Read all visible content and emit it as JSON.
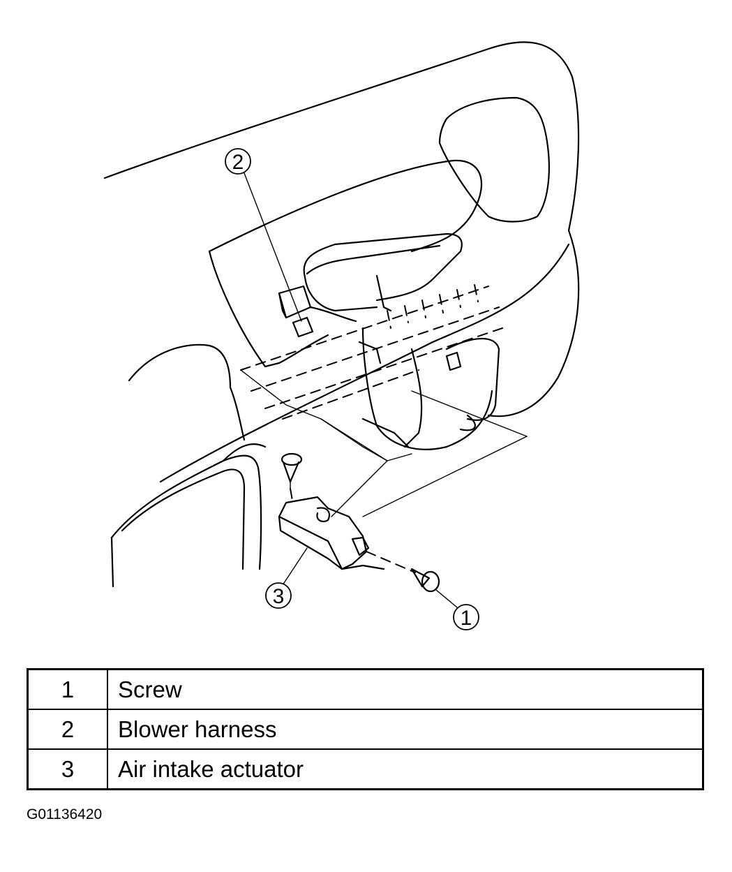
{
  "callouts": [
    "1",
    "2",
    "3"
  ],
  "legend": [
    {
      "number": "1",
      "label": "Screw"
    },
    {
      "number": "2",
      "label": "Blower harness"
    },
    {
      "number": "3",
      "label": "Air intake actuator"
    }
  ],
  "figure_code": "G01136420"
}
